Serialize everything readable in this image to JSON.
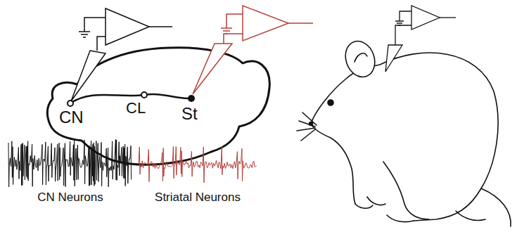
{
  "diagram": {
    "labels": [
      "CN",
      "CL",
      "St",
      "CN Neurons",
      "Striatal Neurons"
    ]
  }
}
